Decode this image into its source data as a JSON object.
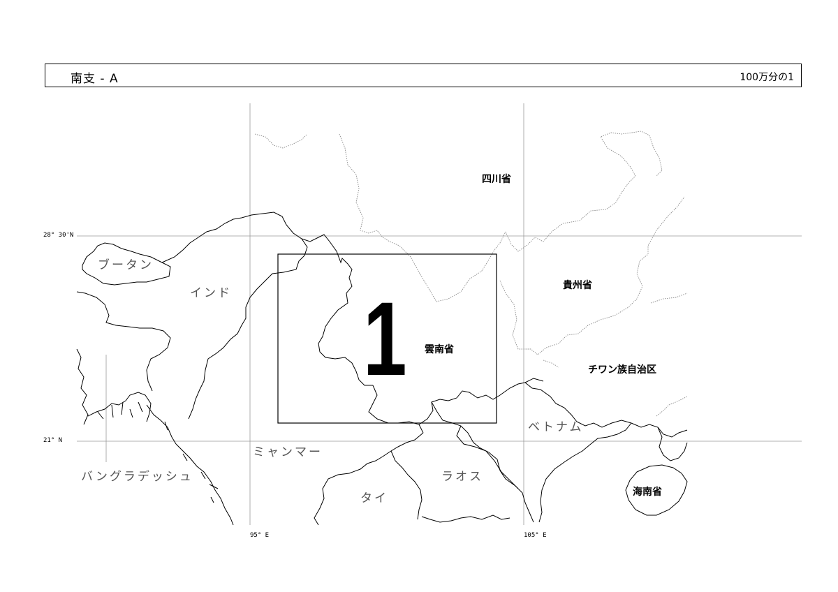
{
  "header": {
    "title": "南支 - A",
    "scale": "100万分の1"
  },
  "sheet": {
    "number": "1"
  },
  "coordinates": {
    "lat_north": "28° 30'N",
    "lat_south": "21° N",
    "lon_west": "95° E",
    "lon_east": "105° E"
  },
  "countries": {
    "bhutan": "ブータン",
    "india": "インド",
    "myanmar": "ミャンマー",
    "bangladesh": "バングラデッシュ",
    "thailand": "タイ",
    "laos": "ラオス",
    "vietnam": "ベトナム"
  },
  "provinces": {
    "sichuan": "四川省",
    "guizhou": "貴州省",
    "yunnan": "雲南省",
    "guangxi": "チワン族自治区",
    "hainan": "海南省"
  },
  "colors": {
    "border": "#000000",
    "grid": "#999999",
    "country_label": "#555555",
    "province_line": "#888888"
  }
}
